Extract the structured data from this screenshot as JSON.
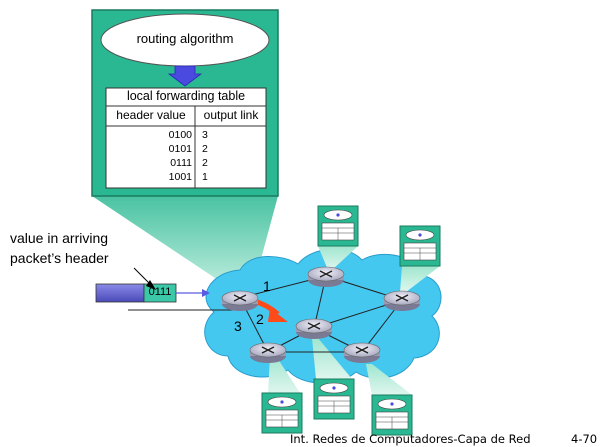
{
  "router_box": {
    "algorithm_label": "routing algorithm",
    "table_title": "local forwarding table",
    "col_header_value": "header value",
    "col_output_link": "output link",
    "rows": [
      {
        "header": "0100",
        "link": "3"
      },
      {
        "header": "0101",
        "link": "2"
      },
      {
        "header": "0111",
        "link": "2"
      },
      {
        "header": "1001",
        "link": "1"
      }
    ]
  },
  "packet": {
    "caption_line1": "value in arriving",
    "caption_line2": "packet’s header",
    "header_value": "0111"
  },
  "links": {
    "one": "1",
    "two": "2",
    "three": "3"
  },
  "footer": "Int. Redes de Computadores-Capa de Red",
  "page_number": "4-70",
  "colors": {
    "teal": "#2ab892",
    "teal_light": "#b8ecd8",
    "cloud": "#44c8f0",
    "router": "#c0c0d0",
    "packet_body": "#6a6ad0",
    "arrow": "#ff4a1a",
    "down_arrow": "#4a4ae0"
  }
}
